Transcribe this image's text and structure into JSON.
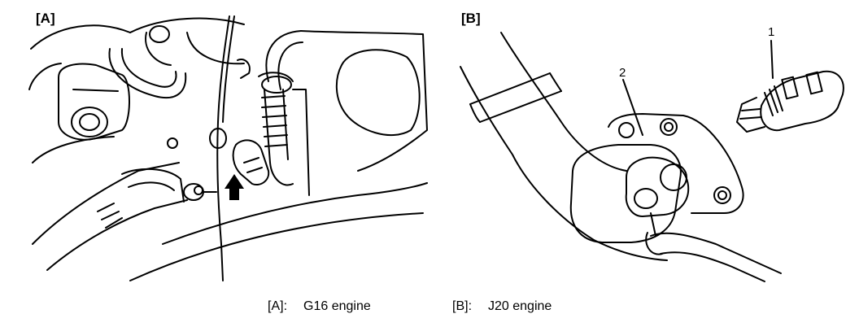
{
  "panels": {
    "a": {
      "label": "[A]"
    },
    "b": {
      "label": "[B]"
    }
  },
  "callouts": {
    "one": "1",
    "two": "2"
  },
  "captions": {
    "a": {
      "tag": "[A]:",
      "text": "G16 engine"
    },
    "b": {
      "tag": "[B]:",
      "text": "J20 engine"
    }
  }
}
